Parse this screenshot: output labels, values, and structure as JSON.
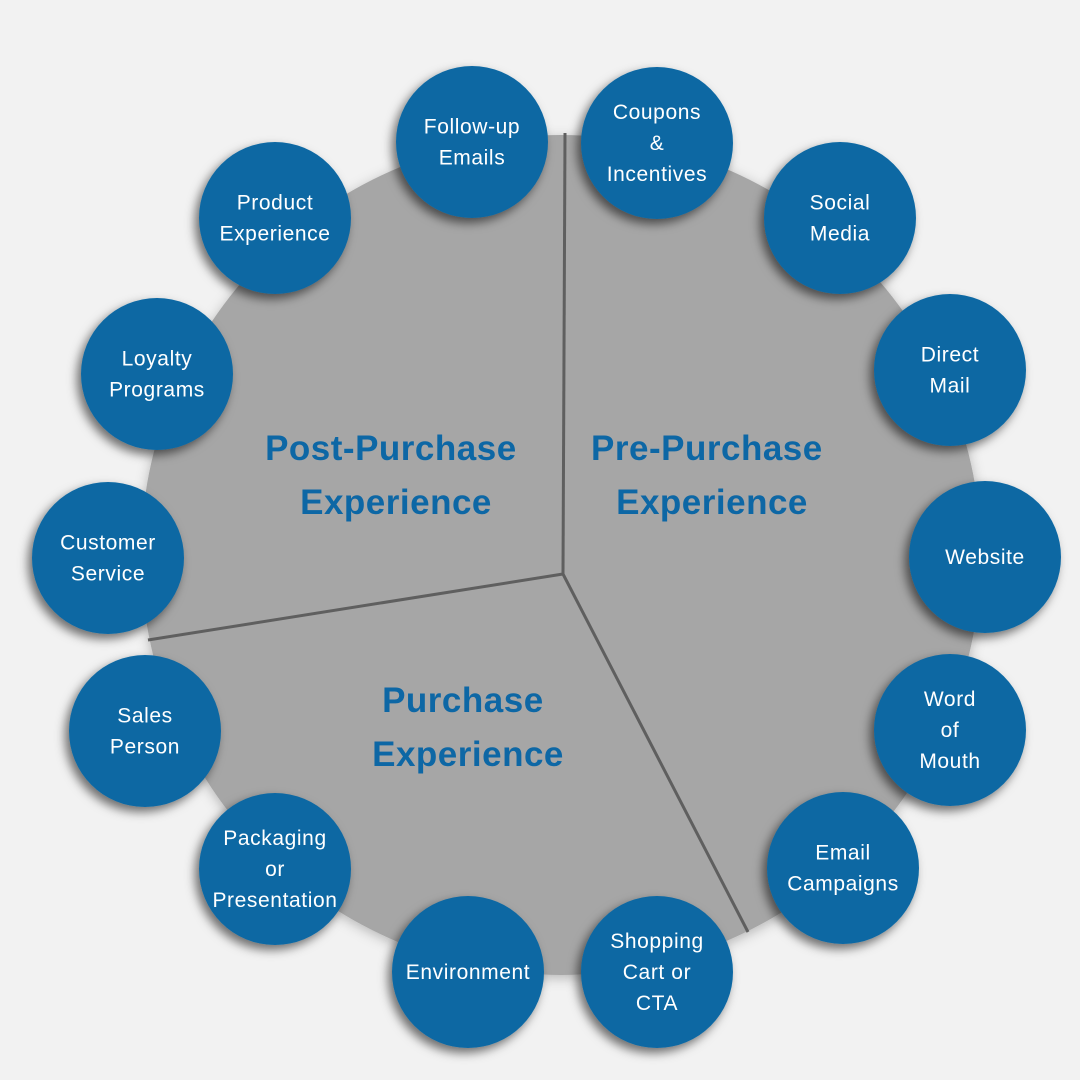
{
  "colors": {
    "background": "#f2f2f2",
    "wheel_fill": "#a6a6a6",
    "divider": "#5f5f5f",
    "node_fill": "#0b68a3",
    "node_text": "#ffffff",
    "segment_text": "#0d67a5"
  },
  "segments": [
    {
      "id": "post-purchase",
      "lines": [
        "Post-Purchase",
        "Experience"
      ]
    },
    {
      "id": "pre-purchase",
      "lines": [
        "Pre-Purchase",
        "Experience"
      ]
    },
    {
      "id": "purchase",
      "lines": [
        "Purchase",
        "Experience"
      ]
    }
  ],
  "nodes": [
    {
      "id": "follow-up-emails",
      "lines": [
        "Follow-up",
        "Emails"
      ]
    },
    {
      "id": "coupons-incentives",
      "lines": [
        "Coupons",
        "&",
        "Incentives"
      ]
    },
    {
      "id": "social-media",
      "lines": [
        "Social",
        "Media"
      ]
    },
    {
      "id": "direct-mail",
      "lines": [
        "Direct",
        "Mail"
      ]
    },
    {
      "id": "website",
      "lines": [
        "Website"
      ]
    },
    {
      "id": "word-of-mouth",
      "lines": [
        "Word",
        "of",
        "Mouth"
      ]
    },
    {
      "id": "email-campaigns",
      "lines": [
        "Email",
        "Campaigns"
      ]
    },
    {
      "id": "shopping-cart-cta",
      "lines": [
        "Shopping",
        "Cart or",
        "CTA"
      ]
    },
    {
      "id": "environment",
      "lines": [
        "Environment"
      ]
    },
    {
      "id": "packaging-presentation",
      "lines": [
        "Packaging",
        "or",
        "Presentation"
      ]
    },
    {
      "id": "sales-person",
      "lines": [
        "Sales",
        "Person"
      ]
    },
    {
      "id": "customer-service",
      "lines": [
        "Customer",
        "Service"
      ]
    },
    {
      "id": "loyalty-programs",
      "lines": [
        "Loyalty",
        "Programs"
      ]
    },
    {
      "id": "product-experience",
      "lines": [
        "Product",
        "Experience"
      ]
    }
  ]
}
